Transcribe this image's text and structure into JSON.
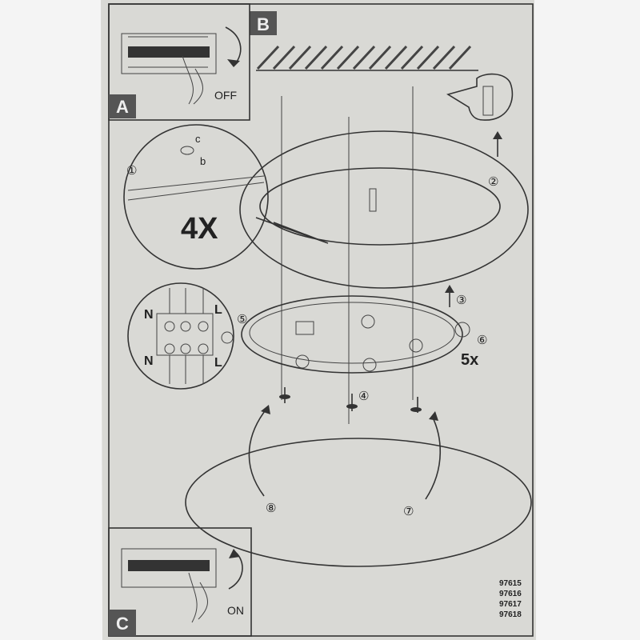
{
  "panels": {
    "a": "A",
    "b": "B",
    "c": "C"
  },
  "switch_off_label": "OFF",
  "switch_on_label": "ON",
  "steps": [
    "①",
    "②",
    "③",
    "④",
    "⑤",
    "⑥",
    "⑦",
    "⑧"
  ],
  "screw_letters": {
    "c": "c",
    "b": "b"
  },
  "quantity_clips": "4X",
  "quantity_bulbs": "5x",
  "terminal_labels": {
    "n_top": "N",
    "l_top": "L",
    "n_bottom": "N",
    "l_bottom": "L"
  },
  "model_numbers": [
    "97615",
    "97616",
    "97617",
    "97618"
  ],
  "colors": {
    "paper": "#d9d9d5",
    "ink": "#2a2a2a"
  }
}
